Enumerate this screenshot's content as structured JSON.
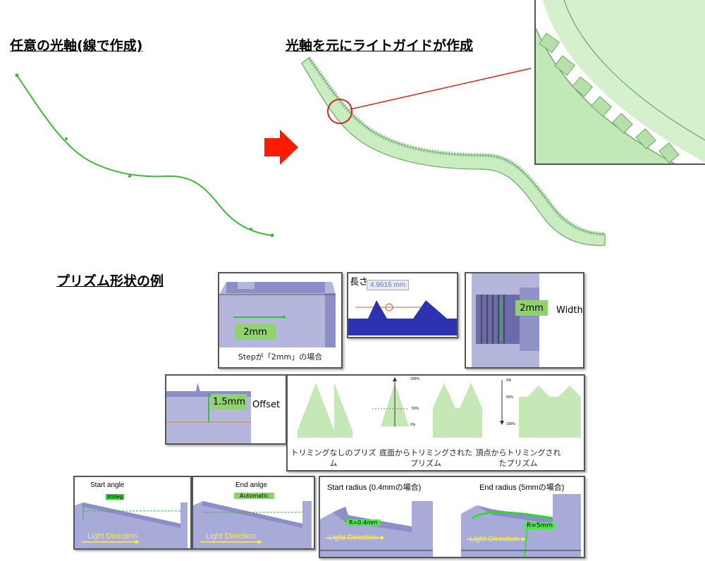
{
  "headings": {
    "optical_axis": "任意の光軸(線で作成)",
    "light_guide": "光軸を元にライトガイドが作成",
    "prism_examples": "プリズム形状の例"
  },
  "panels": {
    "step": {
      "value": "2mm",
      "caption": "Stepが「2mm」の場合"
    },
    "length": {
      "label": "長さ",
      "value": "4.9616 mm"
    },
    "width": {
      "value": "2mm",
      "label": "Width"
    },
    "offset": {
      "value": "1.5mm",
      "label": "Offset"
    },
    "trimming": {
      "captions": [
        "トリミングなしのプリズム",
        "底面からトリミングされたプリズム",
        "頂点からトリミングされたプリズム"
      ],
      "scale1": [
        "100%",
        "50%",
        "0%"
      ],
      "scale2": [
        "0%",
        "50%",
        "100%"
      ]
    },
    "start_angle": {
      "title": "Start angle",
      "value": "80deg",
      "direction": "Light Direction"
    },
    "end_angle": {
      "title": "End anlge",
      "value": "Automatic",
      "direction": "Light Direction"
    },
    "start_radius": {
      "title": "Start radius (0.4mmの場合)",
      "value": "R=0.4mm",
      "direction": "Light Direction"
    },
    "end_radius": {
      "title": "End radius (5mmの場合)",
      "value": "R=5mm",
      "direction": "Light Direction"
    }
  },
  "colors": {
    "curve_green": "#3cb83c",
    "guide_fill": "#c9ecc0",
    "arrow_red": "#ff1a00",
    "label_green": "#8ed36b",
    "part_blue": "#8c8ec8"
  }
}
